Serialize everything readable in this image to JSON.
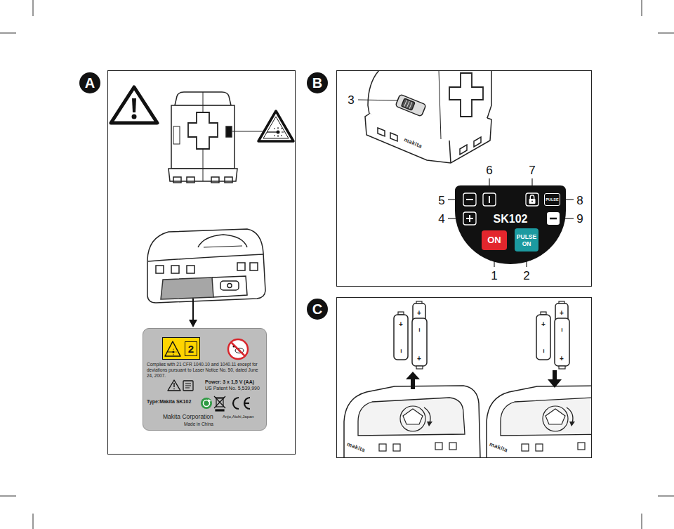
{
  "diagram": {
    "nodes": [
      {
        "text": [
          "A"
        ]
      },
      {
        "text": [
          "B"
        ]
      },
      {
        "text": [
          "C"
        ]
      },
      {
        "text": [
          "Complies with 21 CFR 1040.10 and 1040.11 except for deviations pursuant to Laser Notice No. 50, dated June 24, 2007.",
          "Power: 3 x 1,5 V (AA)",
          "US Patent No. 5,539,990",
          "Type:Makita SK102",
          "Makita Corporation",
          "Anjo,Aichi,Japan",
          "Made in China"
        ],
        "in": 0
      },
      {
        "text": [
          "2"
        ],
        "in": 3
      },
      {
        "text": [
          "SK102"
        ],
        "in": 1
      },
      {
        "text": [
          "ON"
        ],
        "in": 5
      },
      {
        "text": [
          "PULSE ON"
        ],
        "in": 5
      },
      {
        "text": [
          "PULSE"
        ],
        "in": 5
      }
    ],
    "labels": [
      "3",
      "makita",
      "6",
      "7",
      "5",
      "8",
      "4",
      "9",
      "1",
      "2",
      "+",
      "−",
      "+",
      "−",
      "+",
      "makita",
      "+",
      "−",
      "+",
      "−",
      "+",
      "makita"
    ]
  }
}
